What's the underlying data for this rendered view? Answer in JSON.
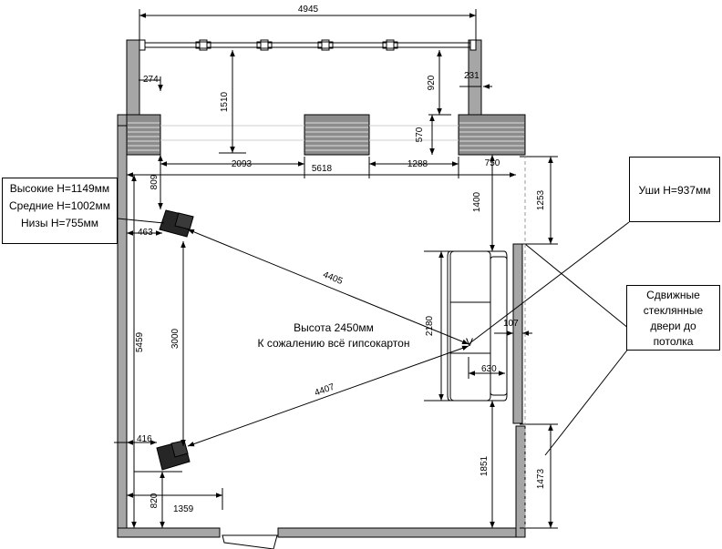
{
  "room": {
    "height_note": "Высота 2450мм",
    "material_note": "К сожалению всё гипсокартон"
  },
  "speakers": {
    "lines": [
      "Высокие H=1149мм",
      "Средние H=1002мм",
      "Низы H=755мм"
    ]
  },
  "listener": {
    "ear_height": "Уши H=937мм",
    "marker": "V"
  },
  "doors": {
    "lines": [
      "Сдвижные",
      "стеклянные",
      "двери до",
      "потолка"
    ]
  },
  "dimensions": {
    "total_width": "4945",
    "left_offset": "274",
    "right_offset": "231",
    "curtain_depth": "1510",
    "window_right": "920",
    "radiator_depth": "570",
    "d2093": "2093",
    "d5618": "5618",
    "d1288": "1288",
    "d750": "750",
    "d809": "809",
    "d1400": "1400",
    "d1253": "1253",
    "d463": "463",
    "dist_front": "4405",
    "dist_rear": "4407",
    "sofa_length": "2180",
    "d107": "107",
    "d630": "630",
    "room_depth": "5459",
    "speaker_gap": "3000",
    "d416": "416",
    "d1359": "1359",
    "d820": "820",
    "d1851": "1851",
    "d1473": "1473"
  },
  "colors": {
    "wall": "#a6a6a6",
    "line": "#000000",
    "speaker": "#262626"
  }
}
